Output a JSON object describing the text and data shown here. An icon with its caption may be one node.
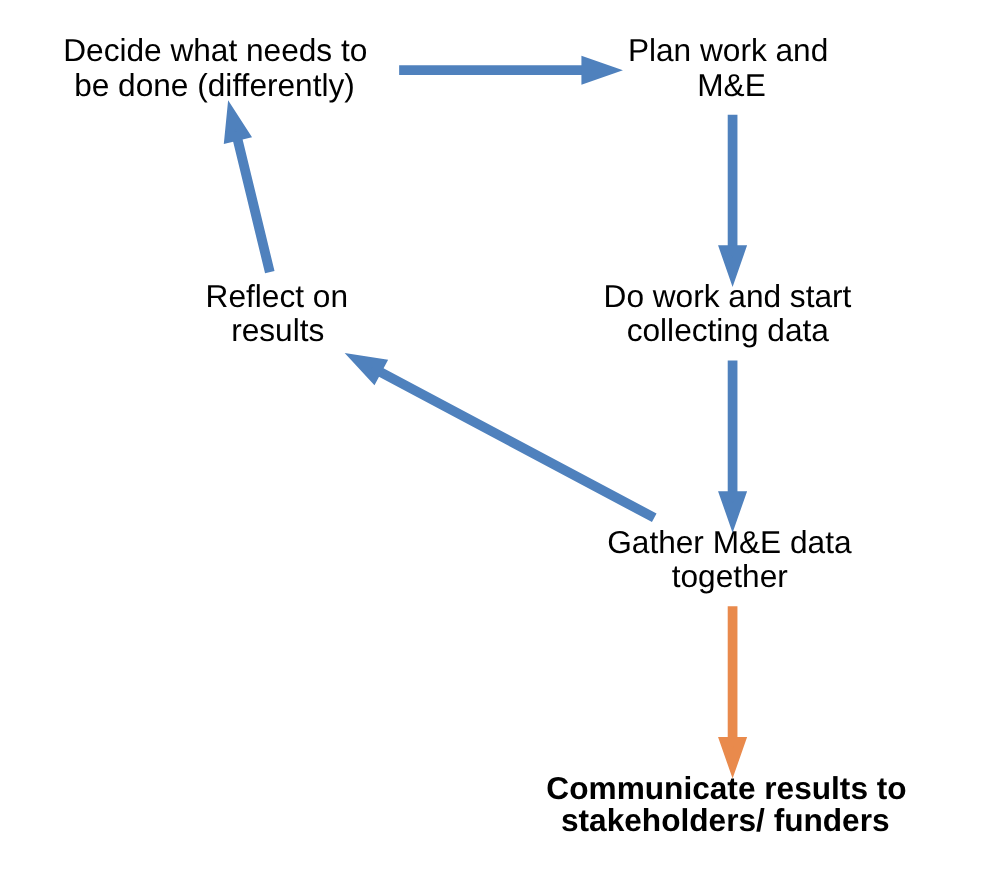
{
  "diagram": {
    "nodes": [
      {
        "text": [
          "Decide what needs to be done (differently)"
        ]
      },
      {
        "text": [
          "Plan work and M&E"
        ]
      },
      {
        "text": [
          "Do work and start collecting data"
        ]
      },
      {
        "text": [
          "Gather M&E data together"
        ]
      },
      {
        "text": [
          "Reflect on results"
        ]
      },
      {
        "text": [
          "Communicate results to stakeholders/ funders"
        ]
      }
    ],
    "edges": [
      {
        "from": 0,
        "to": 1,
        "arrow": "to"
      },
      {
        "from": 1,
        "to": 2,
        "arrow": "to"
      },
      {
        "from": 2,
        "to": 3,
        "arrow": "to"
      },
      {
        "from": 3,
        "to": 4,
        "arrow": "to"
      },
      {
        "from": 4,
        "to": 0,
        "arrow": "to"
      },
      {
        "from": 3,
        "to": 5,
        "arrow": "to",
        "color": "#e98a4c"
      }
    ]
  }
}
